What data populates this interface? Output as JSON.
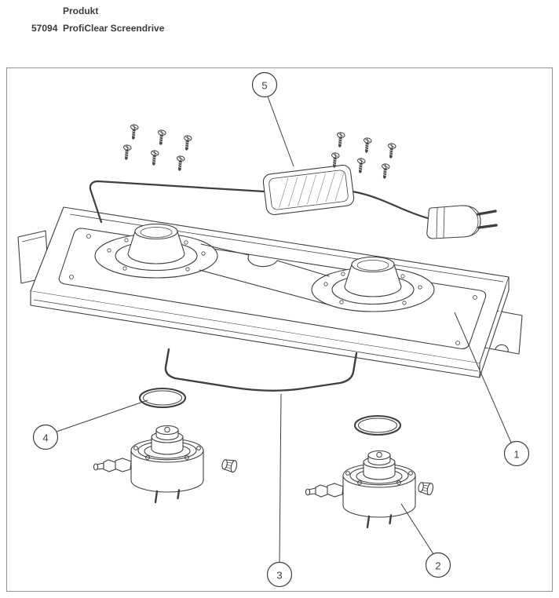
{
  "page": {
    "title_label": "Produkt",
    "article_number": "57094",
    "product_name": "ProfiClear Screendrive"
  },
  "diagram": {
    "type": "exploded-parts-drawing",
    "callouts": {
      "c1": "1",
      "c2": "2",
      "c3": "3",
      "c4": "4",
      "c5": "5"
    }
  },
  "colors": {
    "line": "#3f3f3f",
    "frame_border": "#8f8f8f",
    "text": "#3b3b3b"
  }
}
